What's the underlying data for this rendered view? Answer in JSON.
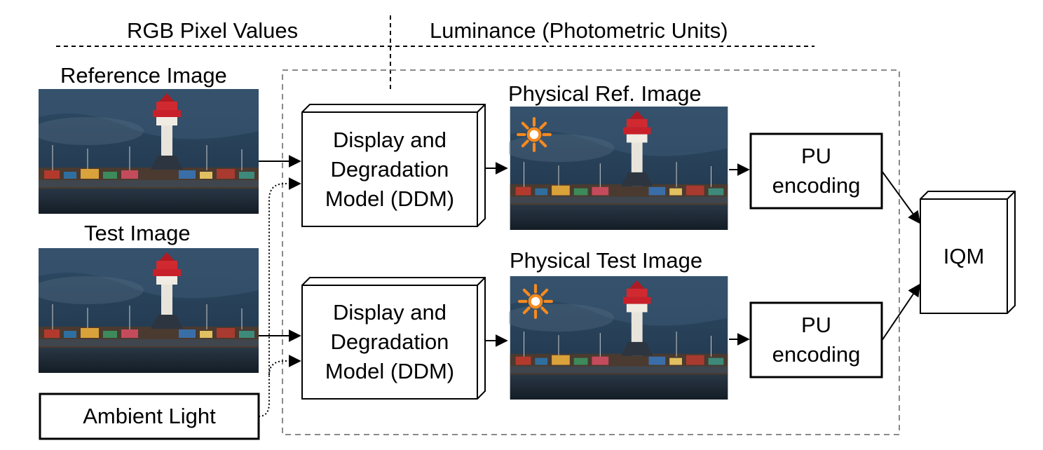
{
  "header": {
    "rgb_label": "RGB Pixel Values",
    "luminance_label": "Luminance (Photometric Units)"
  },
  "inputs": {
    "reference_label": "Reference Image",
    "test_label": "Test Image",
    "ambient_label": "Ambient Light"
  },
  "ddm": {
    "top_label": "Display and\nDegradation\nModel (DDM)",
    "bottom_label": "Display and\nDegradation\nModel (DDM)"
  },
  "physical": {
    "ref_label": "Physical Ref. Image",
    "test_label": "Physical Test Image"
  },
  "pu": {
    "top_label": "PU\nencoding",
    "bottom_label": "PU\nencoding"
  },
  "iqm": {
    "label": "IQM"
  },
  "colors": {
    "sky": "#27405a",
    "water": "#1d2a36",
    "tower": "#e8e4dc",
    "tower_top": "#c8202a",
    "sun": "#f58a1f",
    "dashed": "#8a8a8a"
  }
}
